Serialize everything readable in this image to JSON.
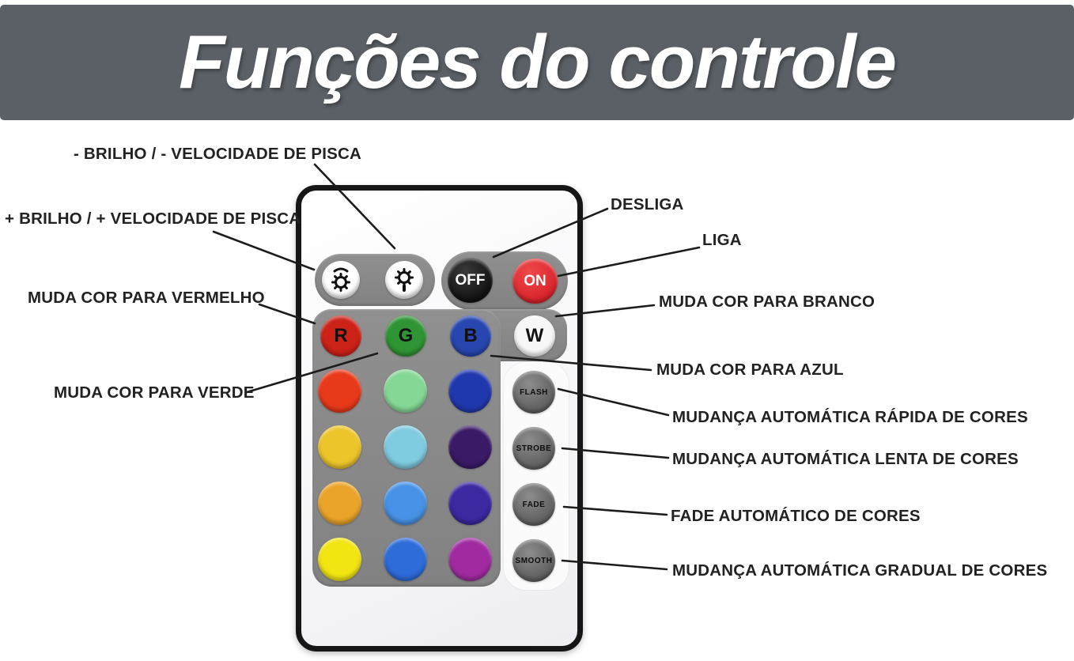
{
  "header": {
    "title": "Funções do controle"
  },
  "colors": {
    "header_bg": "#5a6066",
    "pad_gray": "#888888",
    "on_red": "#d8232b",
    "off_black": "#121212",
    "annotation_line": "#1c1c1c"
  },
  "remote": {
    "brightness_buttons": [
      {
        "name": "brightness-up",
        "icon": "sun-arrow-icon"
      },
      {
        "name": "brightness-down",
        "icon": "sun-icon"
      }
    ],
    "power_buttons": [
      {
        "label": "OFF"
      },
      {
        "label": "ON"
      }
    ],
    "rgbw_buttons": [
      {
        "label": "R",
        "color": "#cc2218"
      },
      {
        "label": "G",
        "color": "#2f9434"
      },
      {
        "label": "B",
        "color": "#2746af"
      },
      {
        "label": "W",
        "color": "#f7f7f7"
      }
    ],
    "color_grid": [
      [
        "#e8391b",
        "#85d795",
        "#2038ad"
      ],
      [
        "#ecc52b",
        "#7fcbe0",
        "#3a1a66"
      ],
      [
        "#eaa429",
        "#4792e6",
        "#3c28a0"
      ],
      [
        "#f2e512",
        "#2e6cd9",
        "#a02ba0"
      ]
    ],
    "function_buttons": [
      {
        "label": "FLASH"
      },
      {
        "label": "STROBE"
      },
      {
        "label": "FADE"
      },
      {
        "label": "SMOOTH"
      }
    ]
  },
  "annotations": {
    "left": [
      {
        "text": "- BRILHO / - VELOCIDADE DE PISCA"
      },
      {
        "text": "+ BRILHO / + VELOCIDADE DE PISCA"
      },
      {
        "text": "MUDA COR PARA VERMELHO"
      },
      {
        "text": "MUDA COR PARA VERDE"
      }
    ],
    "right": [
      {
        "text": "DESLIGA"
      },
      {
        "text": "LIGA"
      },
      {
        "text": "MUDA COR PARA BRANCO"
      },
      {
        "text": "MUDA COR PARA AZUL"
      },
      {
        "text": "MUDANÇA AUTOMÁTICA RÁPIDA DE CORES"
      },
      {
        "text": "MUDANÇA AUTOMÁTICA LENTA DE CORES"
      },
      {
        "text": "FADE AUTOMÁTICO DE CORES"
      },
      {
        "text": "MUDANÇA AUTOMÁTICA GRADUAL DE CORES"
      }
    ]
  }
}
